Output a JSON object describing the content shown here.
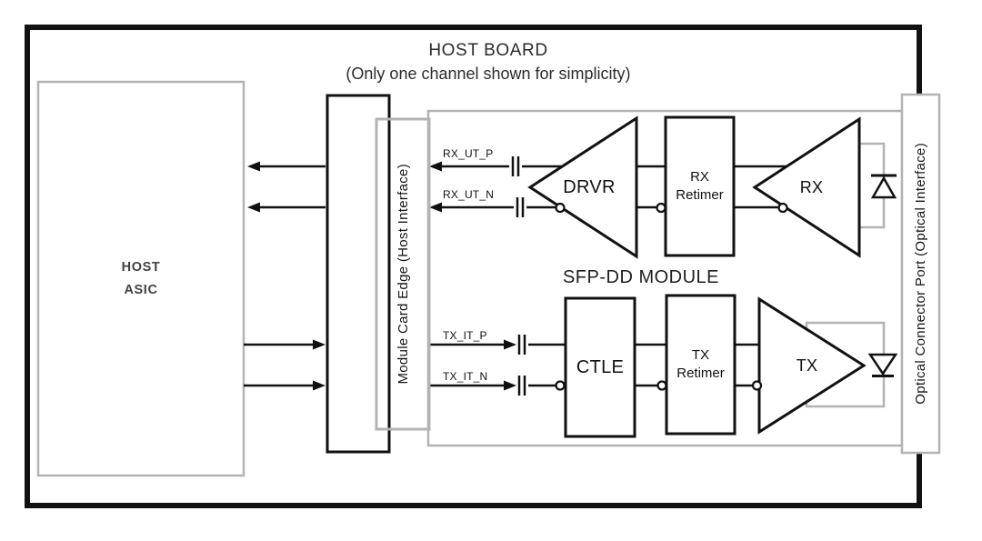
{
  "header": {
    "title": "HOST BOARD",
    "subtitle": "(Only one channel shown for simplicity)"
  },
  "host_asic": {
    "line1": "HOST",
    "line2": "ASIC"
  },
  "card_edge": {
    "label": "Module Card Edge (Host Interface)"
  },
  "optical_port": {
    "label": "Optical Connector Port (Optical Interface)"
  },
  "sfp_module": {
    "title": "SFP-DD MODULE"
  },
  "signals": {
    "rx_p": "RX_UT_P",
    "rx_n": "RX_UT_N",
    "tx_p": "TX_IT_P",
    "tx_n": "TX_IT_N"
  },
  "components": {
    "drvr": "DRVR",
    "rx_retimer": {
      "line1": "RX",
      "line2": "Retimer"
    },
    "rx_amp": "RX",
    "ctle": "CTLE",
    "tx_retimer": {
      "line1": "TX",
      "line2": "Retimer"
    },
    "tx_amp": "TX"
  },
  "colors": {
    "line_black": "#111111",
    "box_border_gray": "#b3b3b3",
    "text": "#222222",
    "background": "#ffffff"
  }
}
